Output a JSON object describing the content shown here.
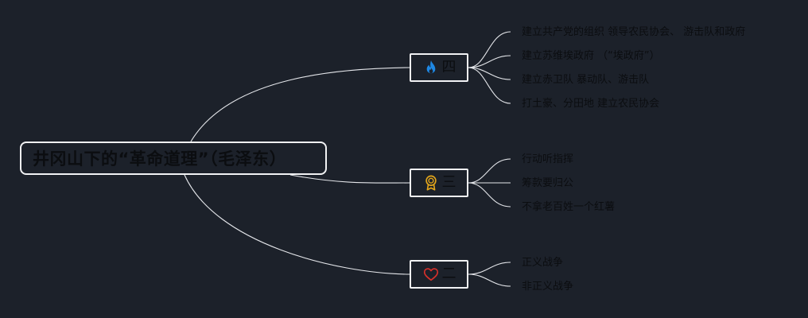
{
  "root": {
    "title": "井冈山下的“革命道理”（毛泽东）"
  },
  "branches": [
    {
      "label": "四",
      "icon": "fire-icon",
      "icon_color": "#1e88e5",
      "items": [
        "建立共产党的组织 领导农民协会、 游击队和政府",
        "建立苏维埃政府 （“埃政府”）",
        "建立赤卫队 暴动队、游击队",
        "打土豪、分田地 建立农民协会"
      ]
    },
    {
      "label": "三",
      "icon": "medal-icon",
      "icon_color": "#e2a51b",
      "items": [
        "行动听指挥",
        "筹款要归公",
        "不拿老百姓一个红薯"
      ]
    },
    {
      "label": "二",
      "icon": "heart-icon",
      "icon_color": "#d9302a",
      "items": [
        "正义战争",
        "非正义战争"
      ]
    }
  ],
  "colors": {
    "background": "#1c212a",
    "connector": "#e4e6ea",
    "node_border": "#f1f2f4",
    "text": "#0b0d10"
  }
}
